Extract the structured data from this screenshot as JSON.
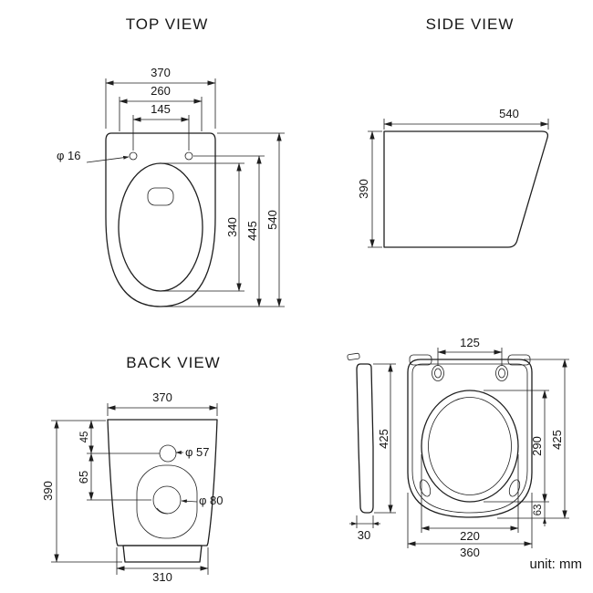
{
  "ink": "#1f1f1f",
  "titles": {
    "top": "TOP VIEW",
    "side": "SIDE VIEW",
    "back": "BACK VIEW"
  },
  "unit": "unit: mm",
  "top_view": {
    "width": "370",
    "width_mid": "260",
    "hole_span": "145",
    "hole_dia": "φ 16",
    "bowl_len": "340",
    "mid_len": "445",
    "total_len": "540"
  },
  "side_view": {
    "depth": "540",
    "height": "390"
  },
  "back_view": {
    "width_top": "370",
    "height": "390",
    "top_to_hole": "45",
    "hole_gap": "65",
    "small_hole_dia": "φ 57",
    "large_hole_dia": "φ 80",
    "width_bottom": "310"
  },
  "seat_view": {
    "hinge_span": "125",
    "side_length": "425",
    "thickness": "30",
    "opening_len": "290",
    "total_len": "425",
    "front_gap": "63",
    "opening_width": "220",
    "total_width": "360"
  }
}
